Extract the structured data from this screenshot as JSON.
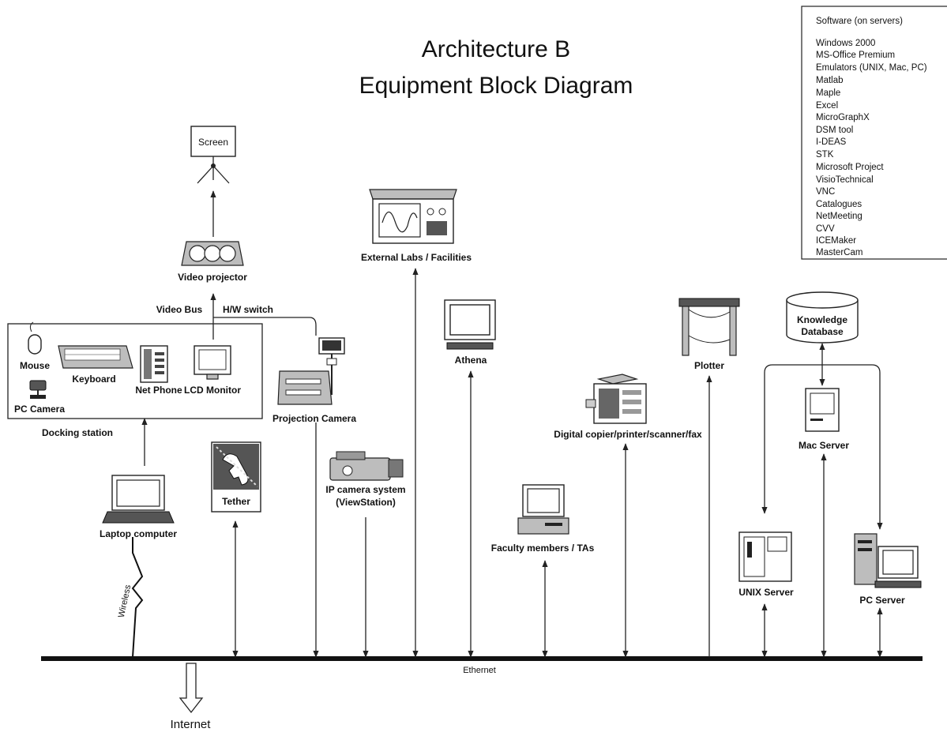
{
  "title": {
    "line1": "Architecture B",
    "line2": "Equipment Block Diagram"
  },
  "software_box": {
    "heading": "Software (on servers)",
    "items": [
      "Windows 2000",
      "MS-Office Premium",
      "Emulators (UNIX, Mac, PC)",
      "Matlab",
      "Maple",
      "Excel",
      "MicroGraphX",
      "DSM tool",
      "I-DEAS",
      "STK",
      "Microsoft Project",
      "VisioTechnical",
      "VNC",
      "Catalogues",
      "NetMeeting",
      "CVV",
      "ICEMaker",
      "MasterCam"
    ]
  },
  "nodes": {
    "screen": "Screen",
    "video_projector": "Video projector",
    "video_bus": "Video Bus",
    "hw_switch": "H/W switch",
    "mouse": "Mouse",
    "keyboard": "Keyboard",
    "net_phone": "Net Phone",
    "lcd_monitor": "LCD Monitor",
    "pc_camera": "PC Camera",
    "docking_station": "Docking station",
    "projection_camera": "Projection Camera",
    "external_labs": "External Labs / Facilities",
    "athena": "Athena",
    "plotter": "Plotter",
    "knowledge_db_line1": "Knowledge",
    "knowledge_db_line2": "Database",
    "mac_server": "Mac Server",
    "digital_copier": "Digital copier/printer/scanner/fax",
    "tether": "Tether",
    "ip_camera_line1": "IP camera system",
    "ip_camera_line2": "(ViewStation)",
    "laptop": "Laptop computer",
    "faculty": "Faculty members / TAs",
    "unix_server": "UNIX Server",
    "pc_server": "PC Server",
    "wireless": "Wireless",
    "ethernet": "Ethernet",
    "internet": "Internet"
  }
}
